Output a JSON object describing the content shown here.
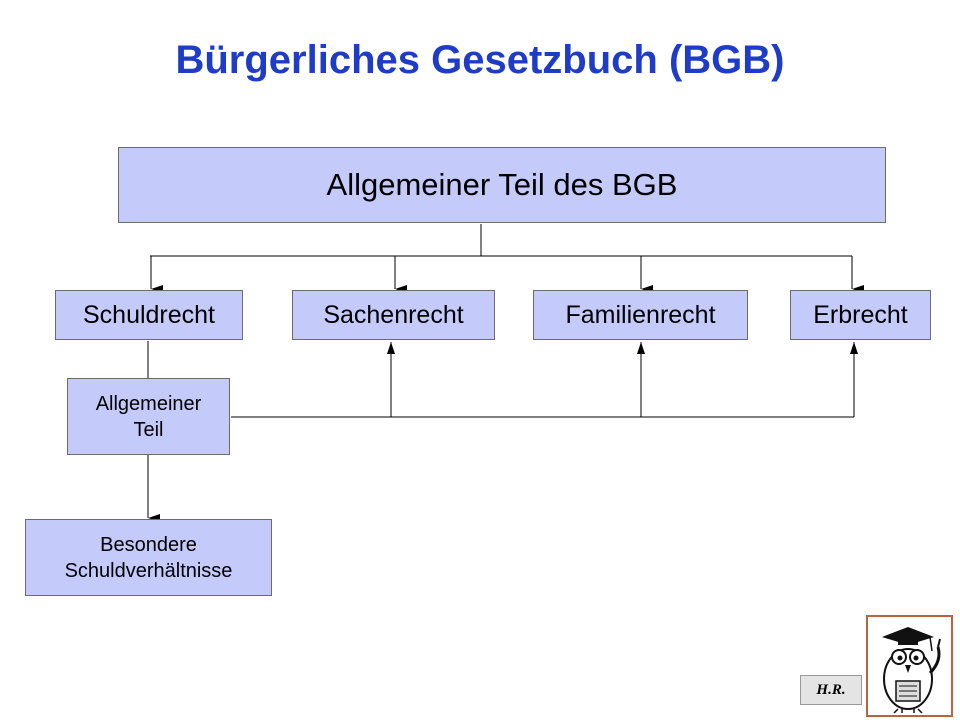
{
  "title": "Bürgerliches Gesetzbuch (BGB)",
  "diagram": {
    "root": "Allgemeiner Teil des BGB",
    "categories": [
      "Schuldrecht",
      "Sachenrecht",
      "Familienrecht",
      "Erbrecht"
    ],
    "sub_allgemein": [
      "Allgemeiner",
      "Teil"
    ],
    "sub_besondere": [
      "Besondere",
      "Schuldverhältnisse"
    ]
  },
  "badge": "H.R.",
  "colors": {
    "title": "#1f3cc8",
    "box_fill": "#c4cbfb",
    "frame": "#b8643c"
  },
  "icon": "owl-professor-icon"
}
